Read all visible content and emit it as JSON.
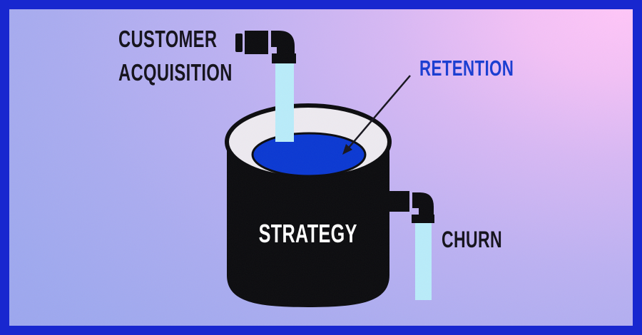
{
  "title": "Customer retention leaky bucket diagram",
  "labels": {
    "customer_acquisition": {
      "line1": "CUSTOMER",
      "line2": "ACQUISITION"
    },
    "retention": "RETENTION",
    "strategy": "STRATEGY",
    "churn": "CHURN"
  },
  "colors": {
    "border_blue": "#1827cf",
    "bg_top_right_pink": "#ffc6f8",
    "bg_bottom_left_periwinkle": "#9aa5ee",
    "bucket_black": "#0b0b0e",
    "rim_white": "#edeaf0",
    "water_surface_blue": "#0a38d2",
    "stream_light_blue": "#b9ecfa",
    "label_dark": "#17151e",
    "retention_blue": "#1c3fd1",
    "strategy_white": "#ffffff",
    "arrow_dark": "#17151e"
  }
}
